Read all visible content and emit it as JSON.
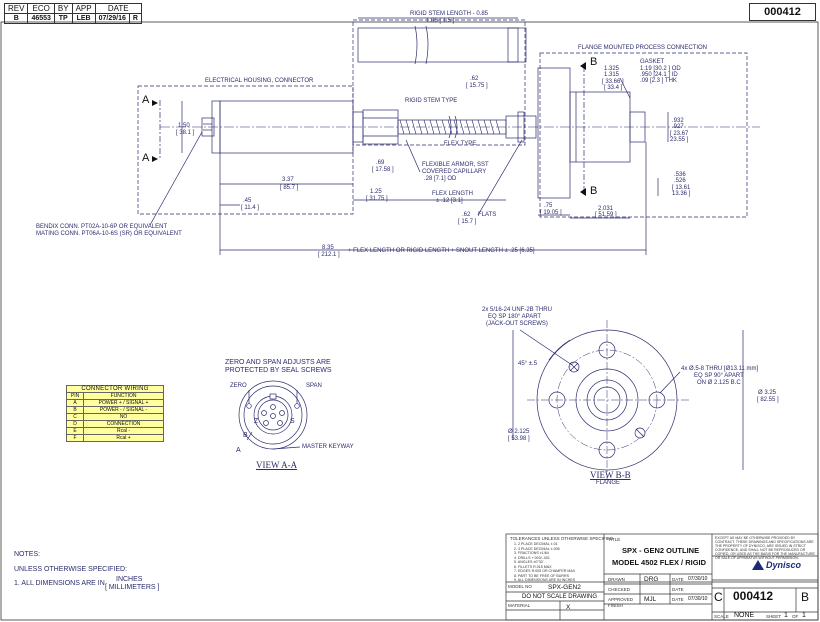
{
  "revision": {
    "headers": [
      "REV",
      "ECO",
      "BY",
      "APP",
      "DATE"
    ],
    "values": [
      "B",
      "46553",
      "TP",
      "LEB",
      "07/29/16",
      "R"
    ]
  },
  "drawing_number": "000412",
  "top_view": {
    "rigid_stem_length": "RIGID STEM LENGTH - 0.85",
    "rigid_stem_length_mm": "1.06 [ 1.5 ]",
    "flange_mounted": "FLANGE MOUNTED PROCESS CONNECTION",
    "electrical_housing": "ELECTRICAL HOUSING, CONNECTOR",
    "rigid_stem_type": "RIGID STEM TYPE",
    "flex_type": "FLEX TYPE",
    "flexible_armor": "FLEXIBLE ARMOR, SST",
    "covered_capillary": "COVERED CAPILLARY",
    "capillary_od": ".28 [7.1] OD",
    "flex_length": "FLEX LENGTH",
    "flex_length_tol": "± .12 [3.1]",
    "flats": "FLATS",
    "bendix_1": "BENDIX CONN. PT02A-10-6P OR EQUIVALENT",
    "bendix_2": "MATING CONN. PT06A-10-6S (SR) OR EQUIVALENT",
    "dim_150": "1.50",
    "dim_150_mm": "[ 38.1 ]",
    "dim_62_top": ".62",
    "dim_62_top_mm": "[ 15.75 ]",
    "dim_69": ".69",
    "dim_69_mm": "[ 17.58 ]",
    "dim_337": "3.37",
    "dim_337_mm": "[ 85.7 ]",
    "dim_45": ".45",
    "dim_45_mm": "[ 11.4 ]",
    "dim_125": "1.25",
    "dim_125_mm": "[ 31.75 ]",
    "dim_62_flats": ".62",
    "dim_62_flats_mm": "[ 15.7 ]",
    "dim_75": ".75",
    "dim_75_mm": "[ 19.05 ]",
    "dim_2031": "2.031",
    "dim_2031_mm": "[ 51.59 ]",
    "dim_1325": "1.325",
    "dim_1315": "1.315",
    "dim_3366": "[ 33.66 ]",
    "dim_334": "[ 33.4 ]",
    "gasket": "GASKET",
    "gasket_1": "1.19 [30.2 ] OD",
    "gasket_2": ".950 [24.1 ] ID",
    "gasket_3": ".09 [2.3 ] THK",
    "dim_932": ".932",
    "dim_927": ".927",
    "dim_2367": "[ 23.67",
    "dim_2355": "  23.55 ]",
    "dim_536": ".536",
    "dim_526": ".526",
    "dim_1361": "[ 13.61",
    "dim_1336": "  13.36 ]",
    "overall": "8.35",
    "overall_mm": "[ 212.1 ]",
    "overall_note": "+ FLEX LENGTH OR RIGID LENGTH + SNOUT LENGTH  ± .25 [6.35]",
    "sec_a": "A",
    "sec_b": "B"
  },
  "view_aa": {
    "note_1": "ZERO AND SPAN ADJUSTS ARE",
    "note_2": "PROTECTED BY SEAL SCREWS",
    "zero": "ZERO",
    "span": "SPAN",
    "letters": [
      "A",
      "B",
      "Z",
      "S"
    ],
    "master_keyway": "MASTER KEYWAY",
    "title": "VIEW A-A"
  },
  "view_bb": {
    "screws_1": "2x 5/16-24 UNF-2B THRU",
    "screws_2": "EQ SP 180° APART",
    "screws_3": "(JACK-OUT SCREWS)",
    "angle": "45° ±.5",
    "holes_1": "4x Ø.5-8 THRU [Ø13.11 mm]",
    "holes_2": "EQ SP 90° APART",
    "holes_3": "ON Ø 2.125 B.C",
    "dim_2125": "Ø 2.125",
    "dim_2125_mm": "[ 53.98 ]",
    "dim_325": "Ø 3.25",
    "dim_325_mm": "[ 82.55 ]",
    "title": "VIEW B-B",
    "subtitle": "FLANGE"
  },
  "wiring": {
    "title": "CONNECTOR WIRING",
    "headers": [
      "PIN",
      "FUNCTION"
    ],
    "rows": [
      [
        "A",
        "POWER + / SIGNAL +"
      ],
      [
        "B",
        "POWER - / SIGNAL -"
      ],
      [
        "C",
        "NO"
      ],
      [
        "D",
        "CONNECTION"
      ],
      [
        "E",
        "Rcal -"
      ],
      [
        "F",
        "Rcal +"
      ]
    ]
  },
  "notes": {
    "label": "NOTES:",
    "unless": "UNLESS OTHERWISE SPECIFIED:",
    "note_1": "1. ALL DIMENSIONS ARE IN",
    "inches": "INCHES",
    "mm": "[ MILLIMETERS ]"
  },
  "title_block": {
    "tolerances_header": "TOLERANCES UNLESS OTHERWISE SPECIFIED",
    "tolerances": [
      "2 PLACE DECIMAL ±.01",
      "3 PLACE DECIMAL ±.005",
      "FRACTIONS ±1/64",
      "DRILLS +.003/-.001",
      "ANGLES ±0°30'",
      "FILLETS R.015 MAX",
      "EDGES R.005 OR CHAMFER MAX",
      "PART TO BE FREE OF BURRS",
      "ALL DIMENSIONS ARE IN INCHES"
    ],
    "title_label": "TITLE",
    "title_1": "SPX - GEN2 OUTLINE",
    "title_2": "MODEL 4502 FLEX / RIGID",
    "model_no_label": "MODEL NO",
    "model_no": "SPX-GEN2",
    "do_not_scale": "DO NOT SCALE DRAWING",
    "material_label": "MATERIAL",
    "material": "X",
    "finish_label": "FINISH",
    "drawn_label": "DRAWN",
    "drawn": "DRG",
    "checked_label": "CHECKED",
    "approved_label": "APPROVED",
    "approved": "MJL",
    "date_label": "DATE",
    "drawn_date": "07/30/10",
    "approved_date": "07/30/10",
    "proprietary": "EXCEPT AS MAY BE OTHERWISE PROVIDED BY CONTRACT, THESE DRAWINGS AND SPECIFICATIONS ARE THE PROPERTY OF DYNISCO, ARE ISSUED IN STRICT CONFIDENCE, AND SHALL NOT BE REPRODUCED OR COPIED, OR USED AS THE BASIS FOR THE MANUFACTURE OR SALE OF APPARATUS WITHOUT PERMISSION.",
    "logo": "Dynisco",
    "size": "C",
    "drawing_no": "000412",
    "rev": "B",
    "scale_label": "SCALE",
    "scale": "NONE",
    "sheet_label": "SHEET",
    "sheet": "1",
    "of": "OF",
    "sheet_total": "1"
  }
}
